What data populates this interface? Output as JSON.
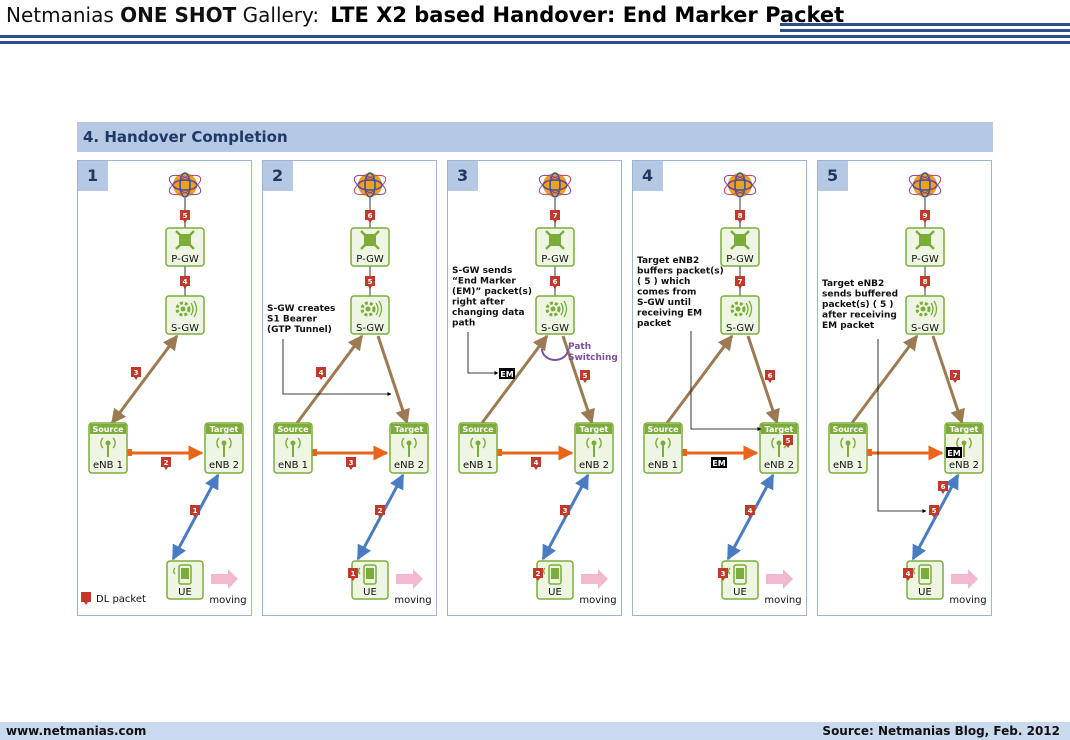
{
  "header": {
    "brand_regular": "Netmanias ",
    "brand_bold": "ONE SHOT",
    "brand_suffix": " Gallery:",
    "title": "LTE X2 based Handover: End Marker Packet"
  },
  "section": {
    "title": "4. Handover Completion"
  },
  "labels": {
    "pgw": "P-GW",
    "sgw": "S-GW",
    "source": "Source",
    "target": "Target",
    "enb1": "eNB 1",
    "enb2": "eNB 2",
    "ue": "UE",
    "moving": "moving",
    "em": "EM",
    "dl_packet": "DL packet",
    "path_switching_1": "Path",
    "path_switching_2": "Switching"
  },
  "panels": [
    {
      "number": "1",
      "packets": {
        "pgw": "5",
        "sgw": "4",
        "left": "3",
        "x2": "2",
        "right": "1"
      },
      "note": []
    },
    {
      "number": "2",
      "packets": {
        "pgw": "6",
        "sgw": "5",
        "left": "4",
        "x2": "3",
        "right": "2",
        "ue": "1"
      },
      "note": [
        "S-GW creates",
        "S1 Bearer",
        "(GTP Tunnel)"
      ]
    },
    {
      "number": "3",
      "packets": {
        "pgw": "7",
        "sgw": "6",
        "right_up": "5",
        "x2": "4",
        "right": "3",
        "ue": "2"
      },
      "note": [
        "S-GW sends",
        "“End Marker",
        "(EM)” packet(s)",
        "right after",
        "changing data",
        "path"
      ]
    },
    {
      "number": "4",
      "packets": {
        "pgw": "8",
        "sgw": "7",
        "right_up": "6",
        "target": "5",
        "right": "4",
        "ue": "3"
      },
      "note": [
        "Target eNB2",
        "buffers packet(s)",
        "( 5 ) which",
        "comes from",
        "S-GW until",
        "receiving EM",
        "packet"
      ]
    },
    {
      "number": "5",
      "packets": {
        "pgw": "9",
        "sgw": "8",
        "right_up": "7",
        "right_mid": "6",
        "buffered": "5",
        "ue": "4"
      },
      "note": [
        "Target eNB2",
        "sends buffered",
        "packet(s) ( 5 )",
        "after receiving",
        "EM packet"
      ]
    }
  ],
  "footer": {
    "website": "www.netmanias.com",
    "source": "Source: Netmanias Blog, Feb. 2012"
  },
  "colors": {
    "section_bg": "#b5c8e4",
    "node_green": "#7cad3a",
    "node_fill": "#eef5e2",
    "s1_line": "#9c7a52",
    "x2_line": "#e8651a",
    "radio_line": "#4a7cc4",
    "packet": "#c0392b",
    "moving_arrow": "#f2b8cf"
  }
}
